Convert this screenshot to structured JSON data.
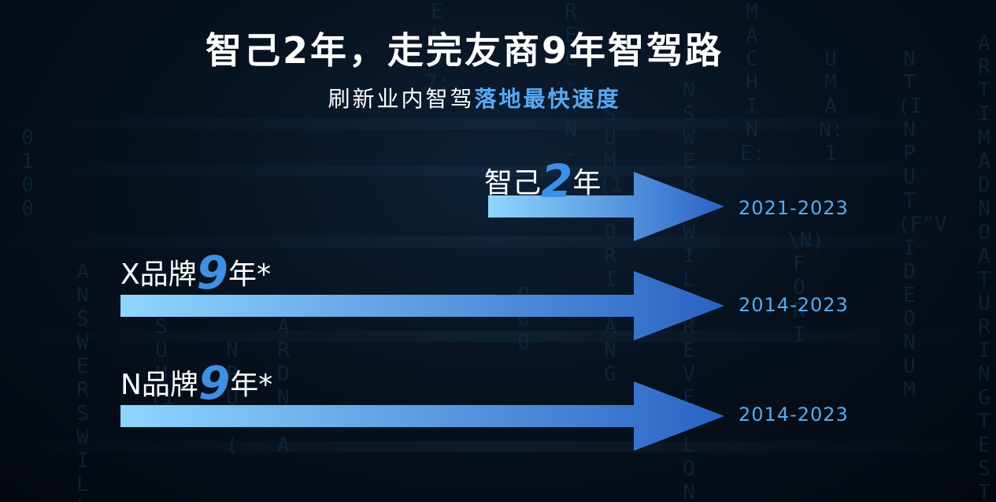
{
  "title": "智己2年，走完友商9年智驾路",
  "subtitle": {
    "prefix": "刷新业内智驾",
    "highlight": "落地最快速度"
  },
  "rows": [
    {
      "brand": "智己",
      "number": "2",
      "unit": "年",
      "range": "2021-2023",
      "color_start": "#8fd6ff",
      "color_end": "#2a63c4"
    },
    {
      "brand": "X品牌",
      "number": "9",
      "unit": "年*",
      "range": "2014-2023",
      "color_start": "#8fd6ff",
      "color_end": "#2a63c4"
    },
    {
      "brand": "N品牌",
      "number": "9",
      "unit": "年*",
      "range": "2014-2023",
      "color_start": "#8fd6ff",
      "color_end": "#2a63c4"
    }
  ],
  "colors": {
    "accent": "#5aa9f0",
    "background": "#050b16"
  }
}
